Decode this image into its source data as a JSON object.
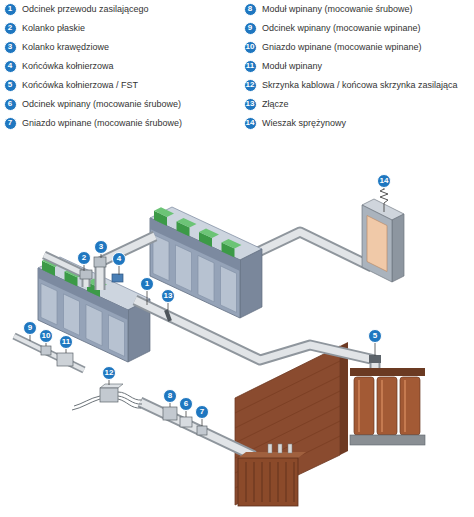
{
  "diagram": {
    "labels": [
      "1",
      "2",
      "3",
      "4",
      "5",
      "6",
      "7",
      "8",
      "9",
      "10",
      "11",
      "12",
      "13",
      "14",
      "14",
      "3",
      "2",
      "4",
      "1",
      "13",
      "9",
      "5",
      "10",
      "11",
      "12",
      "8",
      "6",
      "7"
    ],
    "legend": [
      {
        "text": "Odcinek przewodu zasilającego"
      },
      {
        "text": "Kolanko płaskie"
      },
      {
        "text": "Kolanko krawędziowe"
      },
      {
        "text": "Końcówka kołnierzowa"
      },
      {
        "text": "Końcówka kołnierzowa / FST"
      },
      {
        "text": "Odcinek wpinany (mocowanie śrubowe)"
      },
      {
        "text": "Gniazdo wpinane (mocowanie śrubowe)"
      },
      {
        "text": "Moduł wpinany (mocowanie śrubowe)"
      },
      {
        "text": "Odcinek wpinany (mocowanie wpinane)"
      },
      {
        "text": "Gniazdo wpinane (mocowanie wpinane)"
      },
      {
        "text": "Moduł wpinany"
      },
      {
        "text": "Skrzynka kablowa / końcowa skrzynka zasilająca"
      },
      {
        "text": "Złącze"
      },
      {
        "text": "Wieszak sprężynowy"
      }
    ]
  }
}
